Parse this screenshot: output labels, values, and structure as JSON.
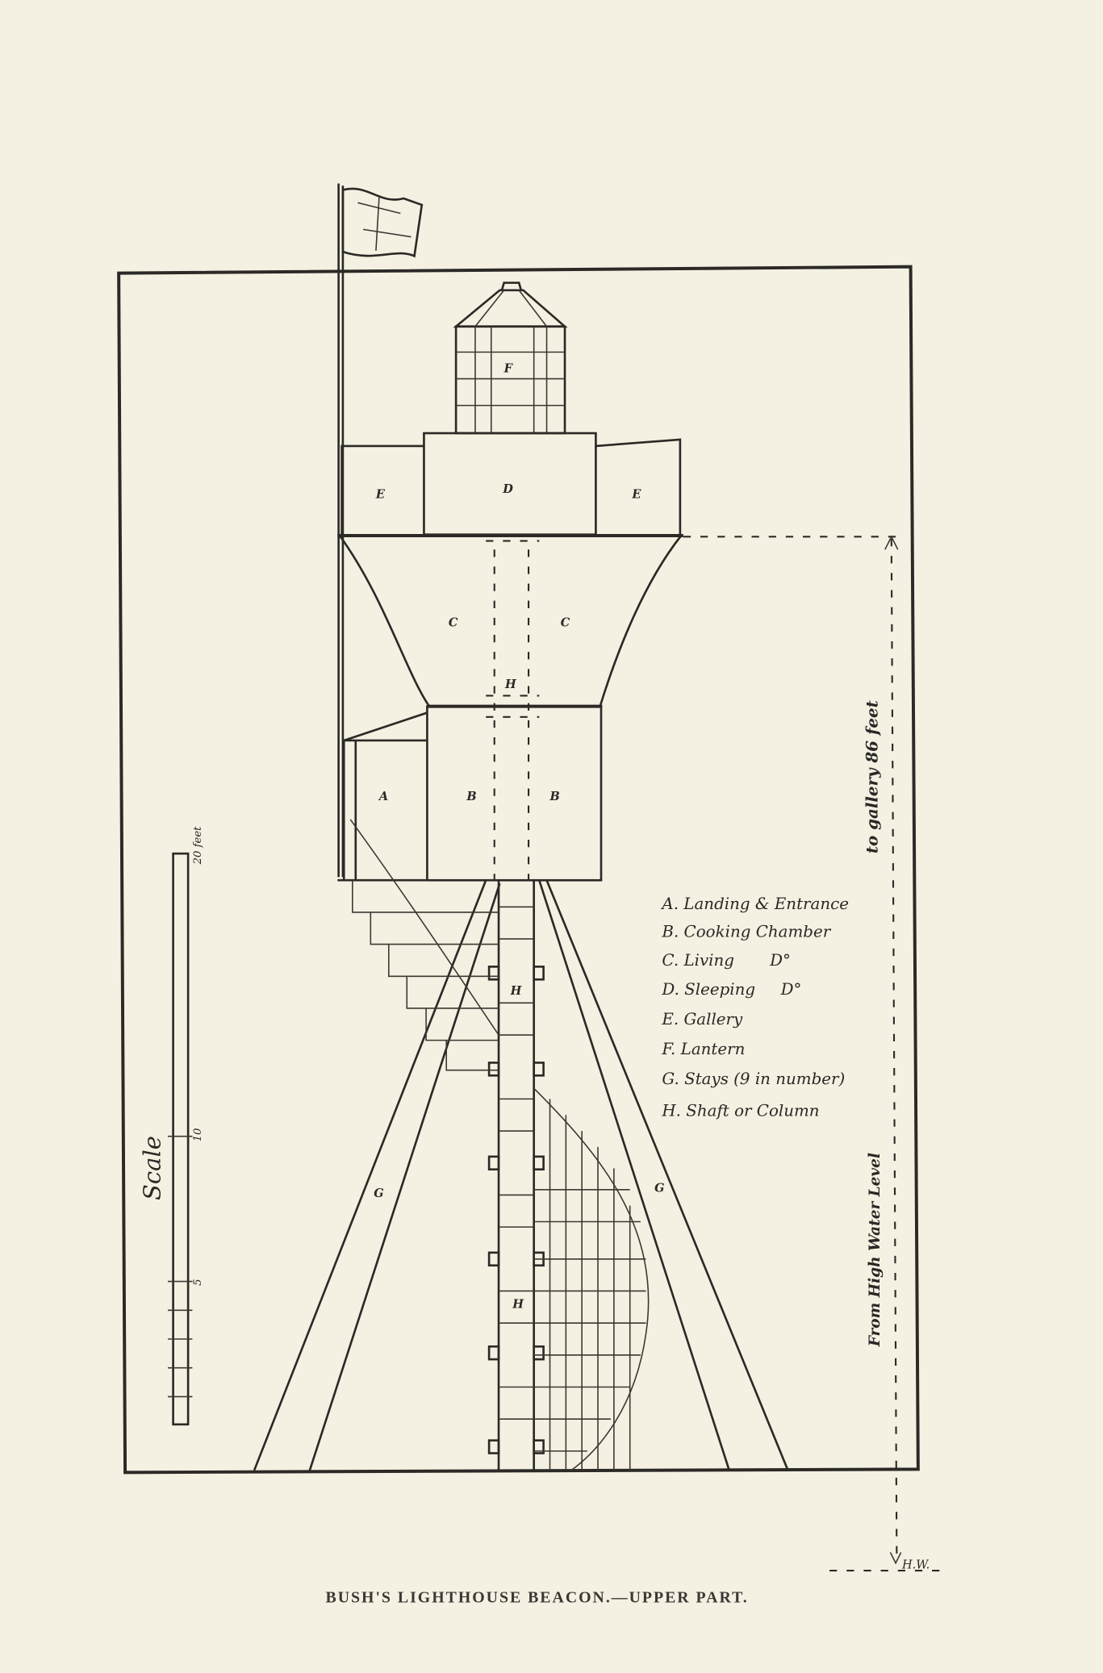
{
  "caption": "BUSH'S LIGHTHOUSE BEACON.—UPPER PART.",
  "part_labels": {
    "A": "A",
    "B": "B",
    "C": "C",
    "D": "D",
    "E": "E",
    "F": "F",
    "G": "G",
    "H": "H"
  },
  "legend": [
    "A. Landing & Entrance",
    "B. Cooking Chamber",
    "C. Living       D°",
    "D. Sleeping     D°",
    "E. Gallery",
    "F. Lantern",
    "G. Stays (9 in number)",
    "H. Shaft or Column"
  ],
  "dimension": {
    "upper": "to gallery 86 feet",
    "lower": "From High Water Level",
    "marker": "H.W."
  },
  "scale": {
    "title": "Scale",
    "ticks": [
      "5",
      "10",
      "20 feet"
    ]
  }
}
